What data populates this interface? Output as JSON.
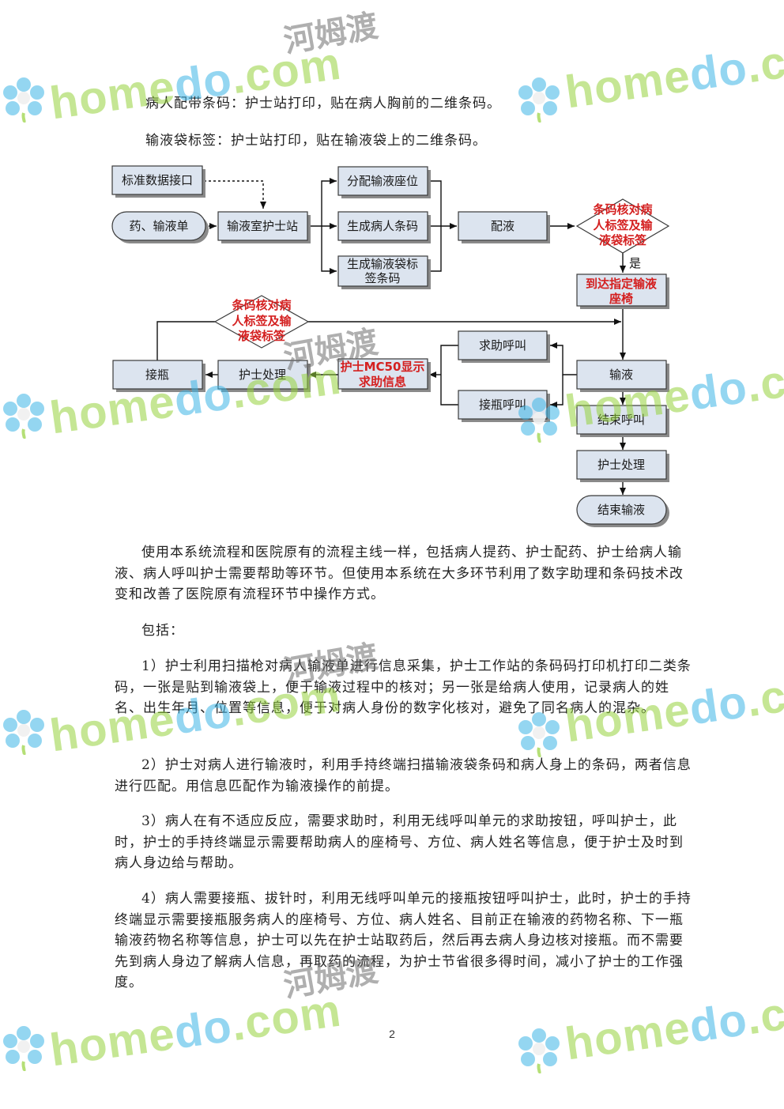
{
  "intro": {
    "line1": "病人配带条码：护士站打印，贴在病人胸前的二维条码。",
    "line2": "输液袋标签：护士站打印，贴在输液袋上的二维条码。"
  },
  "diagram": {
    "nodes": {
      "std_interface": "标准数据接口",
      "medicine_order": "药、输液单",
      "nurse_station": "输液室护士站",
      "assign_seat": "分配输液座位",
      "gen_patient_code": "生成病人条码",
      "gen_bag_code_l1": "生成输液袋标",
      "gen_bag_code_l2": "签条码",
      "dispense": "配液",
      "verify1_l1": "条码核对病",
      "verify1_l2": "人标签及输",
      "verify1_l3": "液袋标签",
      "yes_label": "是",
      "arrive_l1": "到达指定输液",
      "arrive_l2": "座椅",
      "verify2_l1": "条码核对病",
      "verify2_l2": "人标签及输",
      "verify2_l3": "液袋标签",
      "change_bottle": "接瓶",
      "nurse_handle_left": "护士处理",
      "mc50_l1": "护士MC50显示",
      "mc50_l2": "求助信息",
      "help_call": "求助呼叫",
      "bottle_call": "接瓶呼叫",
      "infusion": "输液",
      "end_call": "结束呼叫",
      "nurse_handle_right": "护士处理",
      "end_infusion": "结束输液"
    }
  },
  "body": {
    "summary": "使用本系统流程和医院原有的流程主线一样，包括病人提药、护士配药、护士给病人输液、病人呼叫护士需要帮助等环节。但使用本系统在大多环节利用了数字助理和条码技术改变和改善了医院原有流程环节中操作方式。",
    "include": "包括：",
    "item1": "1）护士利用扫描枪对病人输液单进行信息采集，护士工作站的条码码打印机打印二类条码，一张是贴到输液袋上，便于输液过程中的核对；另一张是给病人使用，记录病人的姓名、出生年月、位置等信息，便于对病人身份的数字化核对，避免了同名病人的混杂。",
    "item2": "2）护士对病人进行输液时，利用手持终端扫描输液袋条码和病人身上的条码，两者信息进行匹配。用信息匹配作为输液操作的前提。",
    "item3": "3）病人在有不适应反应，需要求助时，利用无线呼叫单元的求助按钮，呼叫护士，此时，护士的手持终端显示需要帮助病人的座椅号、方位、病人姓名等信息，便于护士及时到病人身边给与帮助。",
    "item4": "4）病人需要接瓶、拔针时，利用无线呼叫单元的接瓶按钮呼叫护士，此时，护士的手持终端显示需要接瓶服务病人的座椅号、方位、病人姓名、目前正在输液的药物名称、下一瓶输液药物名称等信息，护士可以先在护士站取药后，然后再去病人身边核对接瓶。而不需要先到病人身边了解病人信息，再取药的流程，为护士节省很多得时间，减小了护士的工作强度。"
  },
  "page_number": "2",
  "watermark": {
    "brand_prefix": "home",
    "brand_do": "do",
    "brand_suffix": ".com",
    "cn_name": "河姆渡"
  },
  "colors": {
    "node_fill": "#dce4ef",
    "highlight_text": "#d42020",
    "watermark_green": "#96d23c",
    "watermark_blue": "#3cb4e6"
  }
}
